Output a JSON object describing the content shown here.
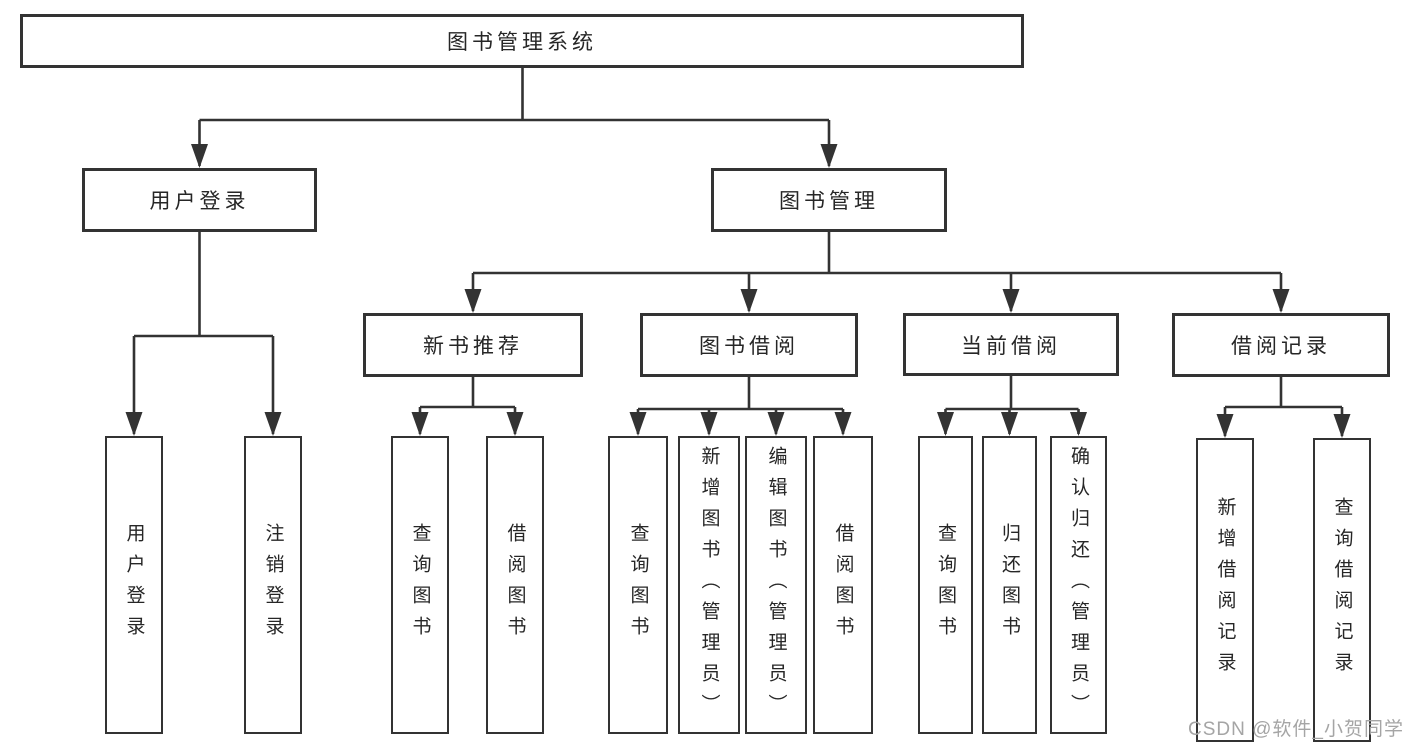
{
  "tree": {
    "label": "图书管理系统",
    "children": [
      {
        "label": "用户登录",
        "children": [
          {
            "label": "用户登录"
          },
          {
            "label": "注销登录"
          }
        ]
      },
      {
        "label": "图书管理",
        "children": [
          {
            "label": "新书推荐",
            "children": [
              {
                "label": "查询图书"
              },
              {
                "label": "借阅图书"
              }
            ]
          },
          {
            "label": "图书借阅",
            "children": [
              {
                "label": "查询图书"
              },
              {
                "label": "新增图书（管理员）"
              },
              {
                "label": "编辑图书（管理员）"
              },
              {
                "label": "借阅图书"
              }
            ]
          },
          {
            "label": "当前借阅",
            "children": [
              {
                "label": "查询图书"
              },
              {
                "label": "归还图书"
              },
              {
                "label": "确认归还（管理员）"
              }
            ]
          },
          {
            "label": "借阅记录",
            "children": [
              {
                "label": "新增借阅记录"
              },
              {
                "label": "查询借阅记录"
              }
            ]
          }
        ]
      }
    ]
  },
  "watermark": "CSDN @软件_小贺同学",
  "colors": {
    "line": "#333333",
    "box_border": "#333333",
    "box_fill": "#ffffff",
    "text": "#262626",
    "watermark": "#a5a5a5"
  }
}
